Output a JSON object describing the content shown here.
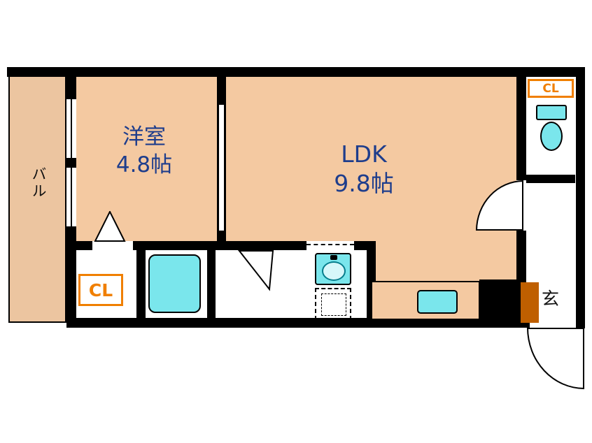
{
  "labels": {
    "balcony": "バル",
    "western_room_name": "洋室",
    "western_room_size": "4.8帖",
    "ldk_name": "LDK",
    "ldk_size": "9.8帖",
    "closet_upper": "CL",
    "closet_lower": "CL",
    "entrance": "玄"
  },
  "colors": {
    "wall": "#000000",
    "room_fill": "#f4c9a1",
    "balcony_fill": "#ecc5a0",
    "fixture_fill": "#7ae6ec",
    "accent_orange": "#f07f00",
    "label_blue": "#1e3d8c",
    "step_brown": "#bf5f00"
  }
}
